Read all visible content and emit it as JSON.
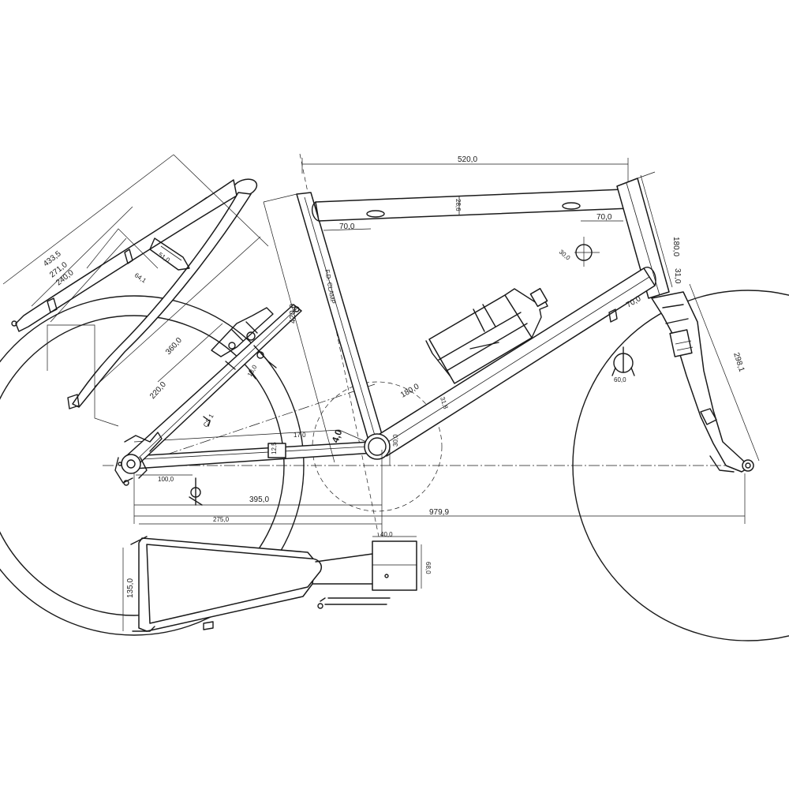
{
  "dimensions": {
    "top_tube_length": "520,0",
    "head_tube_length": "180,0",
    "head_tube_offset": "31,0",
    "fork_length": "298,1",
    "head_tube_stub": "70,0",
    "top_tube_diameter": "28,6",
    "top_tube_end_left": "70,0",
    "top_tube_end_right": "70,0",
    "bottle_boss_diameter": "30,0",
    "seat_tube_length": "420,0",
    "down_tube_length": "180,0",
    "down_tube_diameter": "31,8",
    "bb_drop": "30,0",
    "bb_angle": "4,0",
    "fork_boss": "60,0",
    "chainstay_length": "395,0",
    "wheelbase": "979,9",
    "dropout_offset": "100,0",
    "chainstay_gap": "17,0",
    "chainstay_width": "12,5",
    "seatstay_length_a": "433,5",
    "seatstay_length_b": "271,0",
    "seatstay_length_c": "240,0",
    "seatstay_bridge": "51,0",
    "seatstay_offset": "64,1",
    "seatstay_inner": "360,0",
    "seatstay_lower": "220,0",
    "derailleur_tab": "13,0",
    "rear_triangle_width": "275,0",
    "bb_shell_width": "40,0",
    "bb_shell_length": "68,0",
    "rear_spacing": "135,0",
    "seat_tube_note": "F.D. CLAMP",
    "cable_guide_note": "CS 1"
  }
}
